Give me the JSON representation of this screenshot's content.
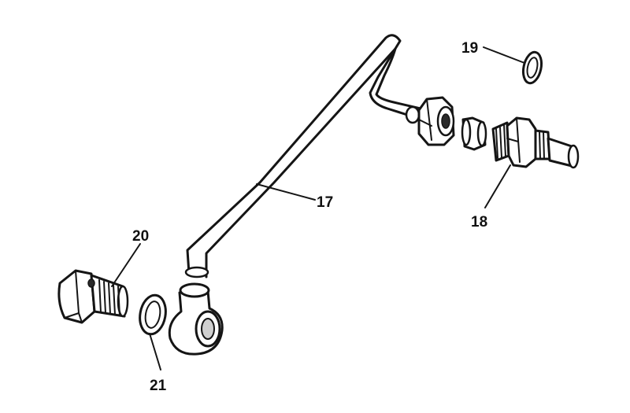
{
  "diagram": {
    "callouts": [
      {
        "id": "c17",
        "label": "17"
      },
      {
        "id": "c18",
        "label": "18"
      },
      {
        "id": "c19",
        "label": "19"
      },
      {
        "id": "c20",
        "label": "20"
      },
      {
        "id": "c21",
        "label": "21"
      }
    ]
  }
}
